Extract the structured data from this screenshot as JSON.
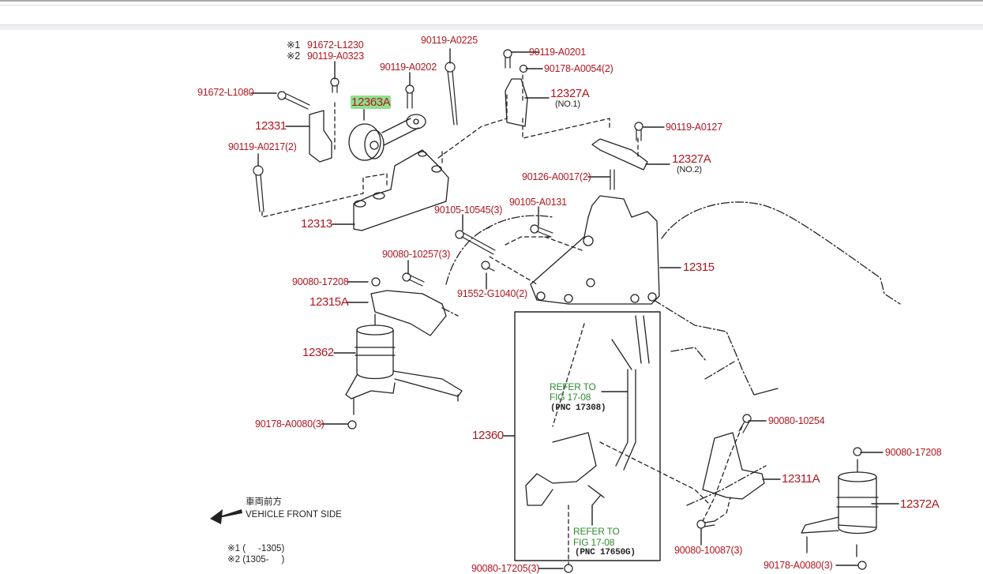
{
  "window": {
    "title": ""
  },
  "diagram": {
    "labels": {
      "p91672_l1080": "91672-L1080",
      "note1_mark": "※1",
      "note1_part": "91672-L1230",
      "note2_mark": "※2",
      "note2_part": "90119-A0323",
      "p90119_a0225": "90119-A0225",
      "p90119_a0202": "90119-A0202",
      "p12363a": "12363A",
      "p12331": "12331",
      "p90119_a0217": "90119-A0217(2)",
      "p12313": "12313",
      "p90119_a0201": "90119-A0201",
      "p90178_a0054": "90178-A0054(2)",
      "p12327a_no1": "12327A",
      "no1": "(NO.1)",
      "p90119_a0127": "90119-A0127",
      "p12327a_no2": "12327A",
      "no2": "(NO.2)",
      "p90126_a0017": "90126-A0017(2)",
      "p90105_a0131": "90105-A0131",
      "p90105_10545": "90105-10545(3)",
      "p12315": "12315",
      "p90080_10257": "90080-10257(3)",
      "p91552_g1040": "91552-G1040(2)",
      "p90080_17208_left": "90080-17208",
      "p12315a": "12315A",
      "p12362": "12362",
      "p90178_a0080_left": "90178-A0080(3)",
      "p12360": "12360",
      "refer1_line1": "REFER TO",
      "refer1_line2": "FIG 17-08",
      "refer1_pnc": "(PNC 17308)",
      "refer2_line1": "REFER TO",
      "refer2_line2": "FIG 17-08",
      "refer2_pnc": "(PNC 17650G)",
      "p90080_17205": "90080-17205(3)",
      "p90080_10254": "90080-10254",
      "p12311a": "12311A",
      "p90080_10087": "90080-10087(3)",
      "p90080_17208_right": "90080-17208",
      "p12372a": "12372A",
      "p90178_a0080_right": "90178-A0080(3)"
    },
    "direction": {
      "jp": "車両前方",
      "en": "VEHICLE FRONT SIDE"
    },
    "footnotes": {
      "n1": "※1 (     -1305)",
      "n2": "※2 (1305-     )"
    },
    "highlighted_part": "12363A",
    "colors": {
      "part_label": "#b0171f",
      "refer_label": "#2e8b2e",
      "highlight": "#8fe08f",
      "line": "#222222"
    }
  }
}
